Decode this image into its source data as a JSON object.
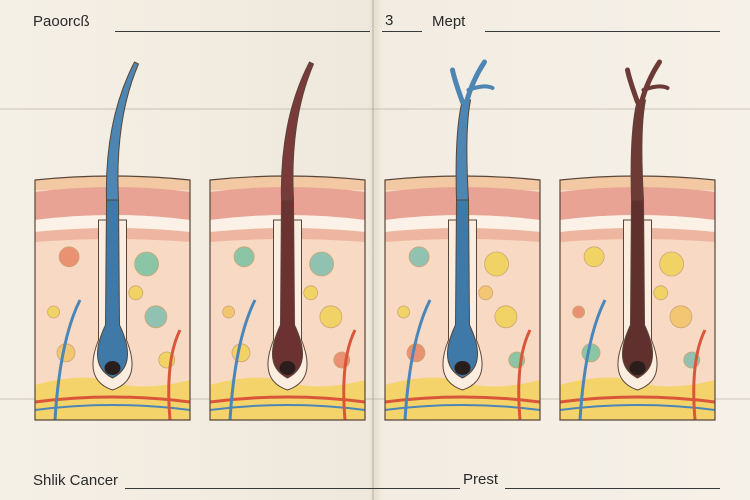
{
  "header": {
    "left_label": "Paoorcß",
    "center_number": "3",
    "right_label": "Mept"
  },
  "footer": {
    "left_label": "Shlik Cancer",
    "right_label": "Prest"
  },
  "panels": [
    {
      "hair_color": "#4e86b3",
      "bulb_color": "#3f79a8",
      "forked": false
    },
    {
      "hair_color": "#7a3a3a",
      "bulb_color": "#6c3232",
      "forked": false
    },
    {
      "hair_color": "#4e86b3",
      "bulb_color": "#3f79a8",
      "forked": true
    },
    {
      "hair_color": "#6e3a36",
      "bulb_color": "#5f302d",
      "forked": true
    }
  ],
  "colors": {
    "skin_top": "#f2c9a2",
    "dermis": "#f7d9c4",
    "fat": "#f3d36a",
    "vessel_red": "#d9563a",
    "vessel_blue": "#4a86b8",
    "outline": "#5a4638"
  }
}
